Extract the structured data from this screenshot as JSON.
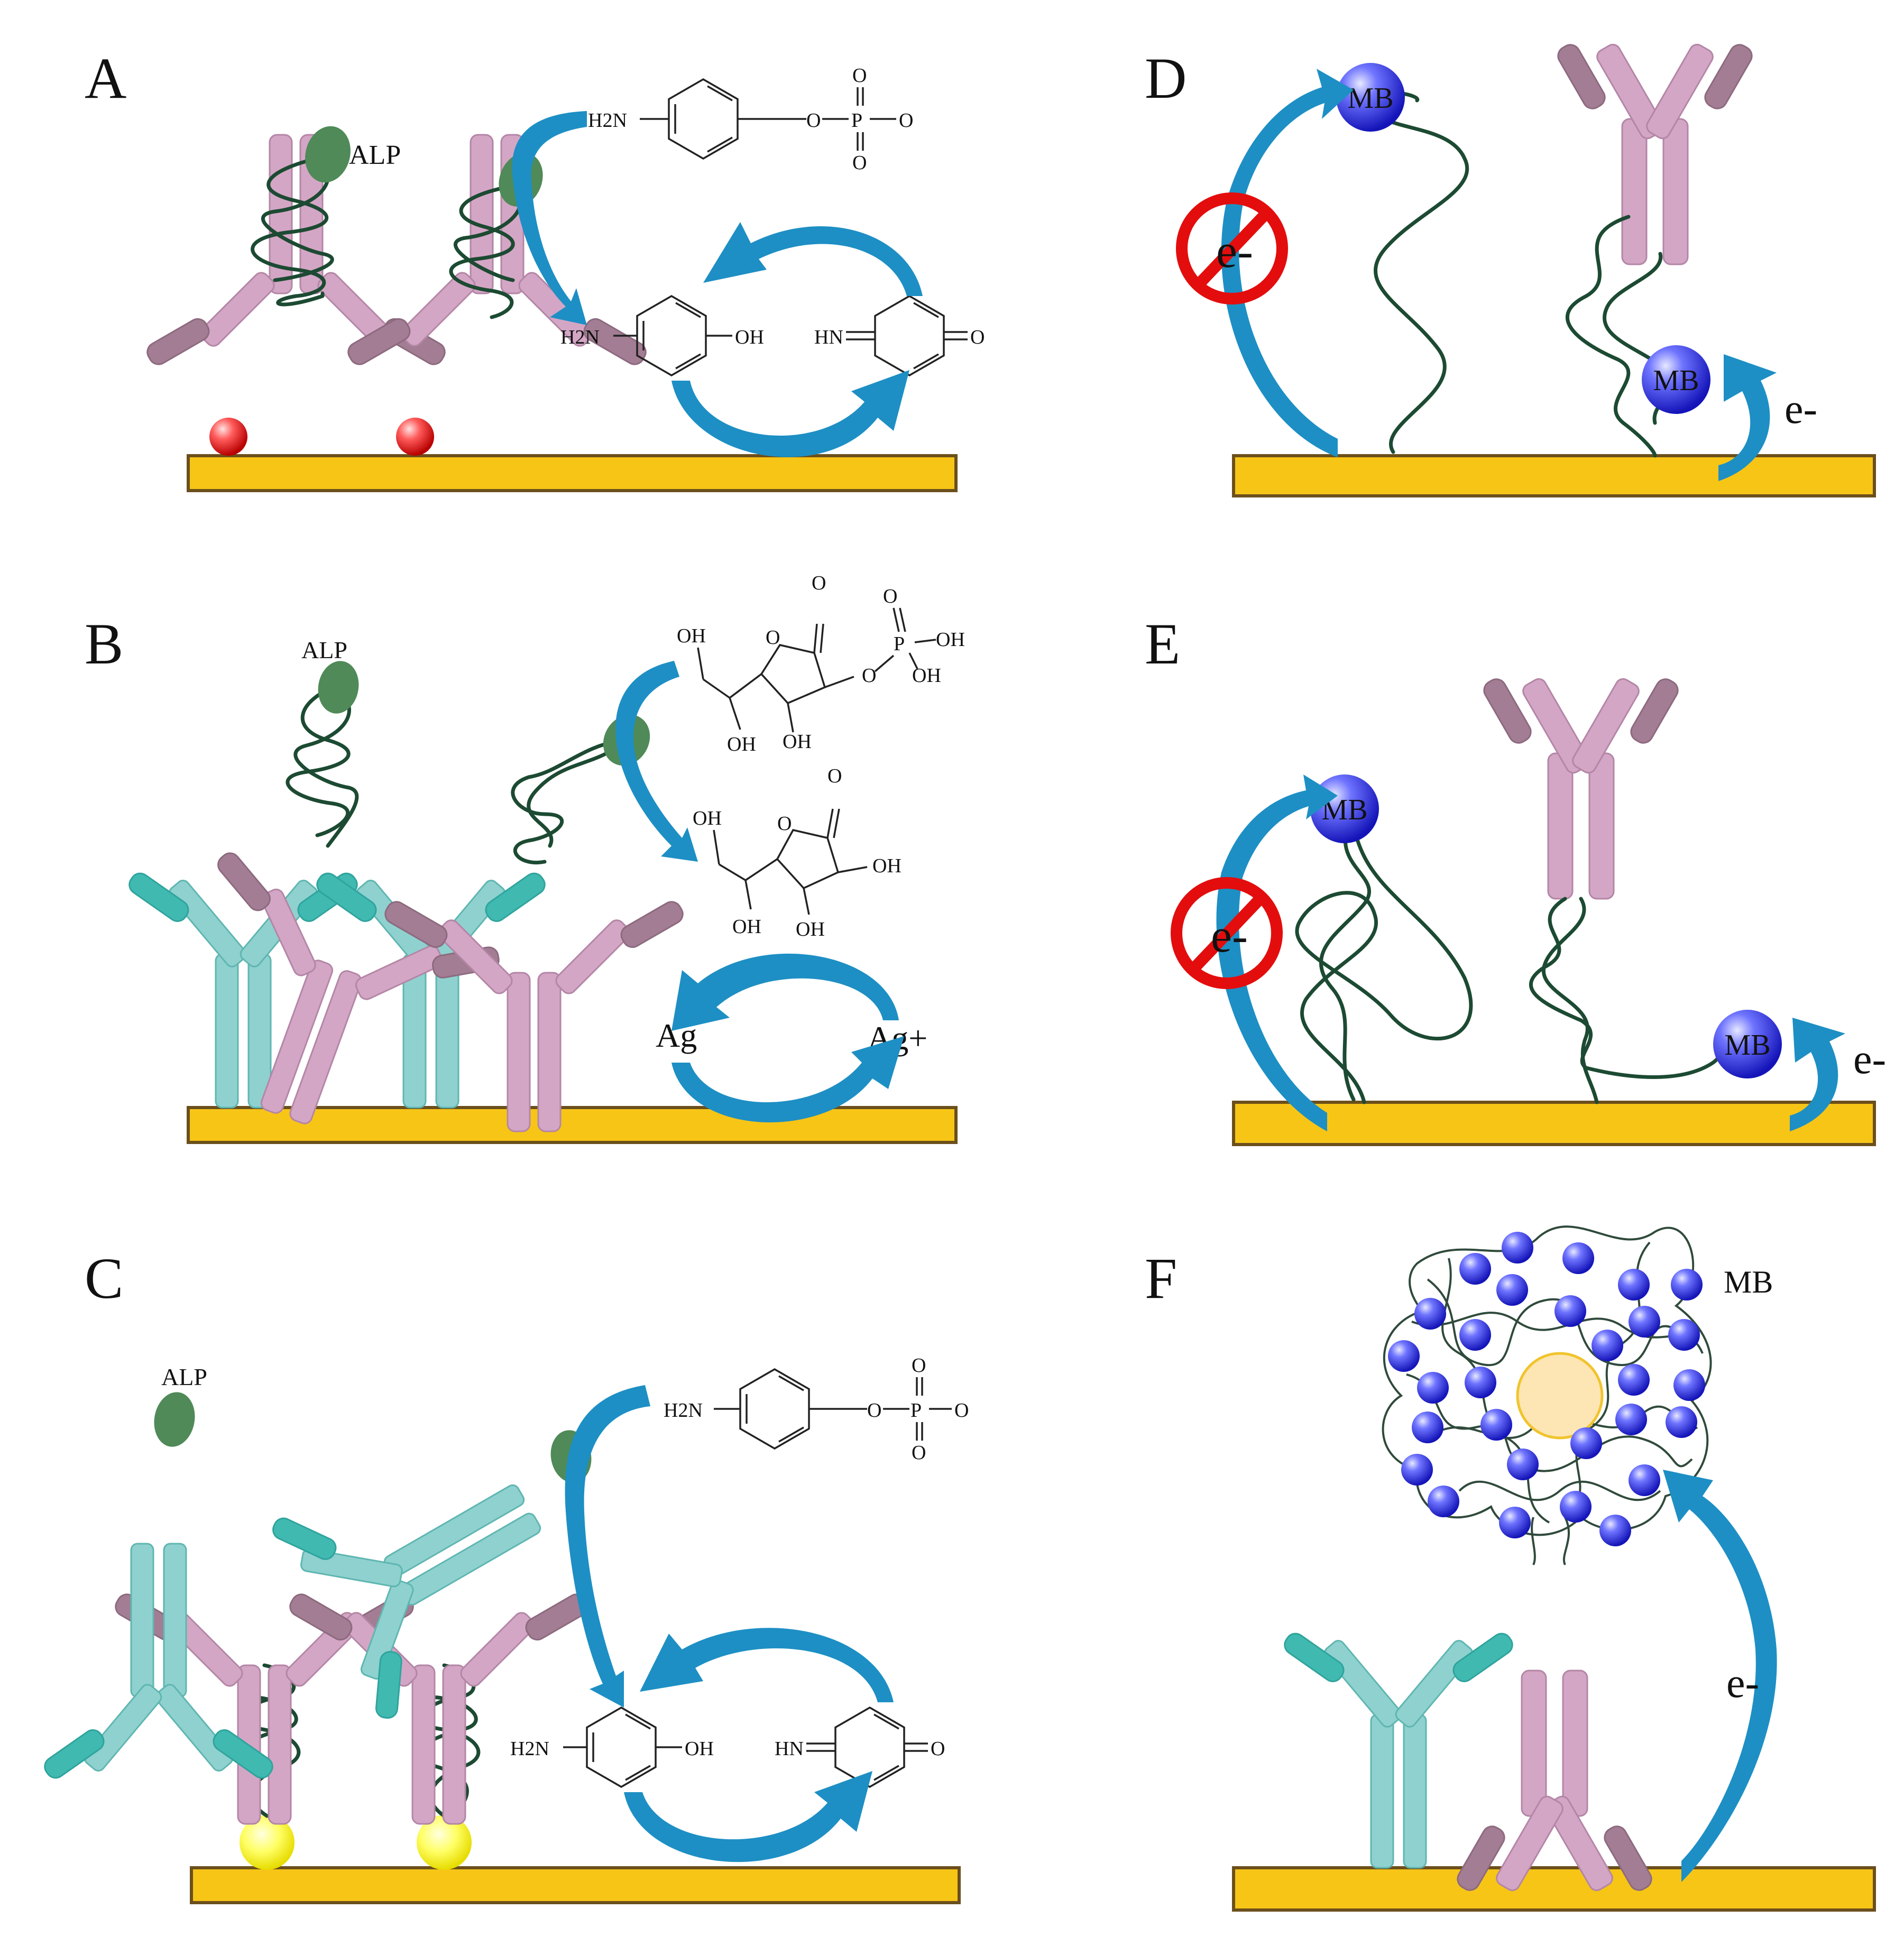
{
  "panels": {
    "A": {
      "letter": "A",
      "enzyme_label": "ALP",
      "substrate": {
        "amine": "H2N",
        "link": "O",
        "phosphorus": "P",
        "oxo_top": "O",
        "oxo_bottom": "O",
        "anion": "O"
      },
      "product": {
        "amine": "H2N",
        "hydroxyl": "OH"
      },
      "oxidized": {
        "imine": "HN",
        "carbonyl": "O"
      }
    },
    "B": {
      "letter": "B",
      "enzyme_label": "ALP",
      "substrate": {
        "oh_top": "OH",
        "oh_mid": "OH",
        "oh_ring": "OH",
        "carbonyl": "O",
        "phosphate_o": "O",
        "phosphorus": "P",
        "p_oh_1": "OH",
        "p_oh_2": "OH",
        "p_oxo": "O"
      },
      "product": {
        "oh_top": "OH",
        "oh_mid": "OH",
        "oh_ring_1": "OH",
        "oh_ring_2": "OH",
        "carbonyl": "O"
      },
      "cycle": {
        "reduced": "Ag",
        "oxidized": "Ag+"
      }
    },
    "C": {
      "letter": "C",
      "enzyme_label": "ALP",
      "substrate": {
        "amine": "H2N",
        "link": "O",
        "phosphorus": "P",
        "oxo_top": "O",
        "oxo_bottom": "O",
        "anion": "O"
      },
      "product": {
        "amine": "H2N",
        "hydroxyl": "OH"
      },
      "oxidized": {
        "imine": "HN",
        "carbonyl": "O"
      }
    },
    "D": {
      "letter": "D",
      "mb_top": "MB",
      "mb_bottom": "MB",
      "electron_blocked": "e-",
      "electron": "e-"
    },
    "E": {
      "letter": "E",
      "mb_top": "MB",
      "mb_bottom": "MB",
      "electron_blocked": "e-",
      "electron": "e-"
    },
    "F": {
      "letter": "F",
      "mb_label": "MB",
      "electron": "e-"
    }
  },
  "colors": {
    "electrode": "#f7c516",
    "antibody_pink": "#d4a6c5",
    "antibody_teal": "#8fd1cf",
    "alp_enzyme": "#4f8a58",
    "arrow": "#1d8fc4",
    "methylene_blue": "#2f2fe0",
    "blocked_sign": "#e30d0d"
  }
}
